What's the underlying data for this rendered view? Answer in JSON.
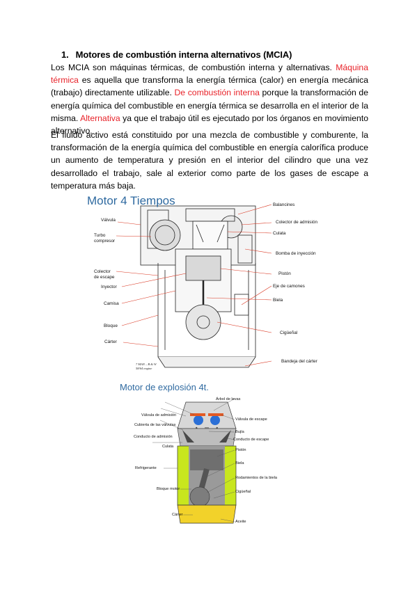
{
  "heading": {
    "number": "1.",
    "text": "Motores de combustión interna alternativos (MCIA)"
  },
  "paragraph1": {
    "s1": "Los MCIA son máquinas térmicas, de combustión interna y alternativas. ",
    "t1": "Máquina térmica",
    "s2": " es aquella que transforma la energía térmica (calor) en energía mecánica (trabajo) directamente utilizable. ",
    "t2": "De combustión interna",
    "s3": " porque la transformación de energía química del combustible en energía térmica se desarrolla en el interior de la misma. ",
    "t3": "Alternativa",
    "s4": " ya que el trabajo útil es ejecutado por los órganos en movimiento alternativo."
  },
  "paragraph2": "El fluido activo está constituido por una mezcla de combustible y comburente, la transformación de la energía química del combustible en energía calorífica produce un aumento de temperatura y presión en el interior del cilindro que una vez desarrollado el trabajo, sale al exterior como parte de los gases de escape a temperatura más baja.",
  "figure1": {
    "title": "Motor 4 Tiempos",
    "caption_line1": "7 MAN – B & W",
    "caption_line2": "58/64 engine",
    "labels": {
      "valvula": "Válvula",
      "turbo": "Turbo",
      "compresor": "compresor",
      "colector1": "Colector",
      "colector2": "de escape",
      "inyector": "Inyector",
      "camisa": "Camisa",
      "bloque": "Bloque",
      "carter": "Cárter",
      "balancines": "Balancines",
      "colector_admision": "Colector de admisión",
      "culata": "Culata",
      "bomba": "Bomba de inyección",
      "piston": "Pistón",
      "eje": "Eje de camones",
      "biela": "Biela",
      "ciguenal": "Cigüeñal",
      "bandeja": "Bandeja del cárter"
    },
    "colors": {
      "title": "#2f6aa0",
      "leader": "#d9341f"
    }
  },
  "figure2": {
    "title": "Motor de explosión 4t.",
    "labels": {
      "arbol": "Árbol de levas",
      "valvula_admision": "Válvula de admisión",
      "valvula_escape": "Válvula de escape",
      "cubierta": "Cubierta de las válvulas",
      "bujia": "Bujía",
      "conducto_admision": "Conducto de admisión",
      "conducto_escape": "Conducto de escape",
      "culata": "Culata",
      "piston": "Pistón",
      "biela": "Biela",
      "refrigerante": "Refrigerante",
      "rodamientos": "Rodamientos de la biela",
      "bloque": "Bloque motor",
      "ciguenal": "Cigüeñal",
      "carter": "Cárter",
      "aceite": "Aceite"
    },
    "colors": {
      "title": "#2f6aa0",
      "coolant": "#c8e61e",
      "oil": "#f2d22a",
      "valve": "#e35a24",
      "cam": "#2b6fd6"
    }
  }
}
